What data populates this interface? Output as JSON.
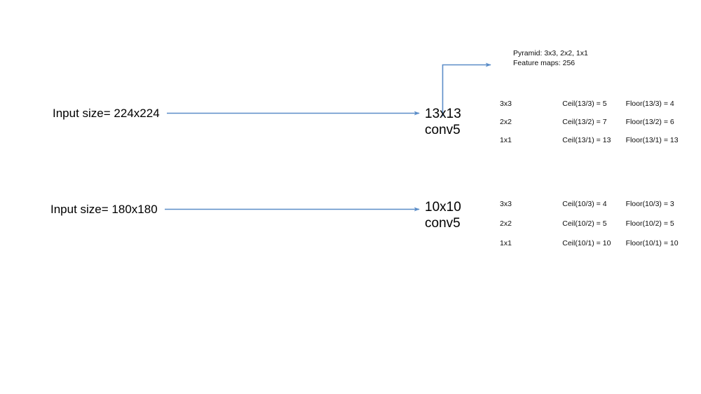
{
  "colors": {
    "arrow": "#5B8DC8",
    "text": "#000000",
    "small_text": "#0D0D0D",
    "background": "#FFFFFF"
  },
  "branch_a": {
    "input_label": "Input size= 224x224",
    "stage_line1": "13x13",
    "stage_line2": "conv5",
    "note_line1": "Pyramid: 3x3, 2x2, 1x1",
    "note_line2": "Feature maps: 256",
    "table": {
      "rows": [
        {
          "bin": "3x3",
          "ceil": "Ceil(13/3) = 5",
          "floor": "Floor(13/3)  = 4"
        },
        {
          "bin": "2x2",
          "ceil": "Ceil(13/2) = 7",
          "floor": "Floor(13/2)  = 6"
        },
        {
          "bin": "1x1",
          "ceil": "Ceil(13/1) = 13",
          "floor": "Floor(13/1)  = 13"
        }
      ]
    }
  },
  "branch_b": {
    "input_label": "Input size= 180x180",
    "stage_line1": "10x10",
    "stage_line2": "conv5",
    "table": {
      "rows": [
        {
          "bin": "3x3",
          "ceil": "Ceil(10/3) = 4",
          "floor": "Floor(10/3)  = 3"
        },
        {
          "bin": "2x2",
          "ceil": "Ceil(10/2) = 5",
          "floor": "Floor(10/2)  = 5"
        },
        {
          "bin": "1x1",
          "ceil": "Ceil(10/1) = 10",
          "floor": "Floor(10/1)  = 10"
        }
      ]
    }
  }
}
